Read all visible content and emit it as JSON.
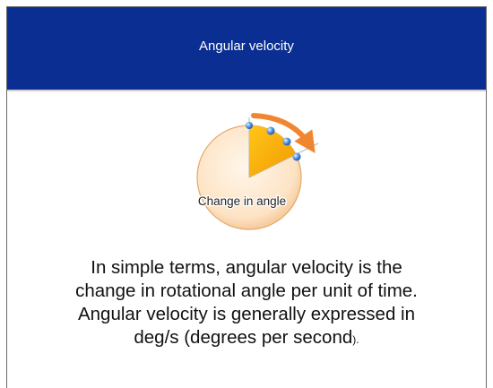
{
  "header": {
    "title": "Angular velocity"
  },
  "illustration": {
    "label": "Change in angle",
    "icon": "angle-change-diagram-icon"
  },
  "body": {
    "line1": "In simple terms, angular velocity is the",
    "line2": "change in rotational angle per unit of time.",
    "line3": "Angular velocity is generally expressed in",
    "line4_main": "deg/s (degrees per second",
    "line4_end": ")."
  },
  "colors": {
    "header_bg": "#0a2e91",
    "sector_orange": "#f7a400",
    "arrow_orange": "#ef7a1a",
    "circle_fill": "#fde6c9"
  }
}
